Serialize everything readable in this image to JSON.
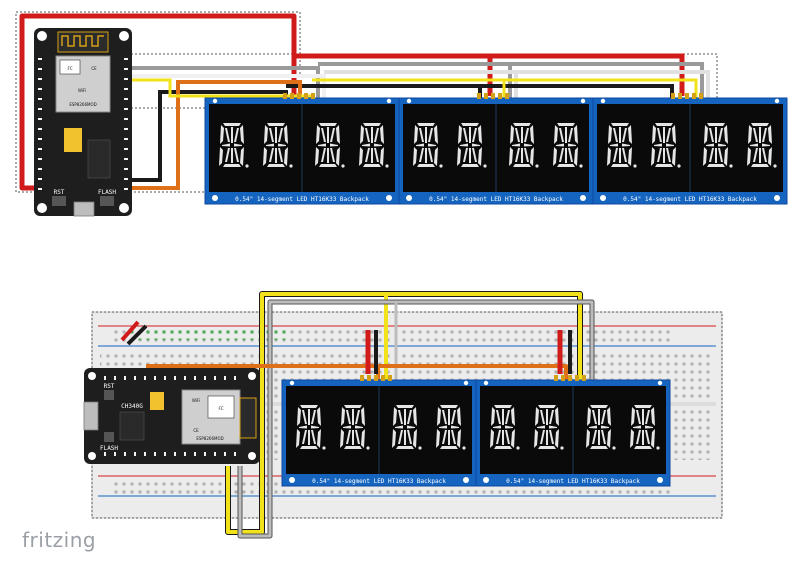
{
  "brand": {
    "name": "fritzing"
  },
  "colors": {
    "wire_red": "#d11b1b",
    "wire_black": "#1a1a1a",
    "wire_orange": "#e07018",
    "wire_yellow": "#f2e21a",
    "wire_gray": "#9a9a9a",
    "wire_white": "#f0f0f0",
    "display_blue": "#1565c0",
    "breadboard": "#ececec",
    "board_pcb": "#1e1e1e"
  },
  "mcu": {
    "top": {
      "labels": [
        "WiFi",
        "FC",
        "CE",
        "ESP8266MOD"
      ],
      "buttons": [
        "RST",
        "FLASH"
      ]
    },
    "bottom": {
      "labels": [
        "WiFi",
        "FC",
        "CE",
        "ESP8266MOD",
        "CH340G"
      ],
      "buttons": [
        "RST",
        "FLASH"
      ]
    }
  },
  "displays": {
    "top": {
      "count": 3,
      "backpack_label": "0.54\" 14-segment LED HT16K33 Backpack"
    },
    "bottom": {
      "count": 2,
      "backpack_label": "0.54\" 14-segment LED HT16K33 Backpack"
    }
  }
}
